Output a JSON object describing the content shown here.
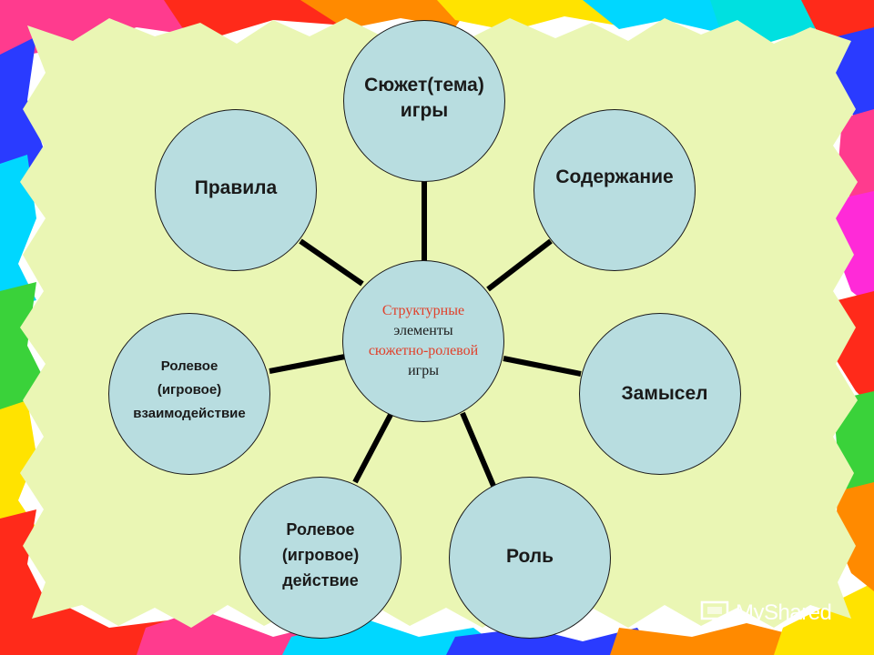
{
  "center": {
    "label_lines": [
      "Структурные",
      "элементы",
      "сюжетно-ролевой",
      "игры"
    ],
    "line_colors": [
      "#e0402a",
      "#1a1a1a",
      "#e0402a",
      "#1a1a1a"
    ]
  },
  "nodes": [
    {
      "id": "plot",
      "lines": [
        "Сюжет(тема)",
        "игры"
      ]
    },
    {
      "id": "content",
      "lines": [
        "Содержание"
      ]
    },
    {
      "id": "intent",
      "lines": [
        "Замысел"
      ]
    },
    {
      "id": "role",
      "lines": [
        "Роль"
      ]
    },
    {
      "id": "role-action",
      "lines": [
        "Ролевое",
        "(игровое)",
        "действие"
      ]
    },
    {
      "id": "role-interaction",
      "lines": [
        "Ролевое",
        "(игровое)",
        "взаимодействие"
      ]
    },
    {
      "id": "rules",
      "lines": [
        "Правила"
      ]
    }
  ],
  "colors": {
    "background": "#eaf6b4",
    "node_fill": "#b8dde0",
    "connector": "#000000"
  },
  "watermark": {
    "text": "MyShared",
    "icon": "presentation-board-icon"
  }
}
